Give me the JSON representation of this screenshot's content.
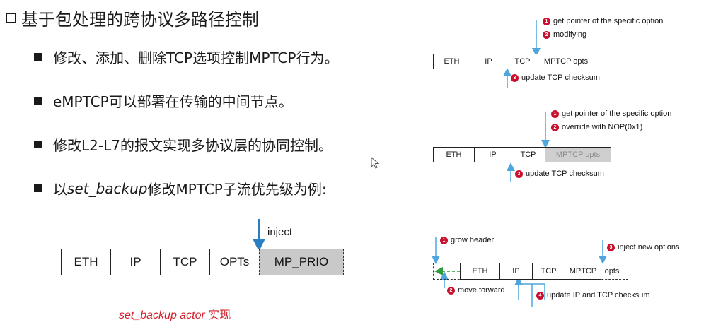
{
  "title": "基于包处理的跨协议多路径控制",
  "bullets": [
    "修改、添加、删除TCP选项控制MPTCP行为。",
    "eMPTCP可以部署在传输的中间节点。",
    "修改L2-L7的报文实现多协议层的协同控制。"
  ],
  "bullet4": {
    "pre": "以",
    "italic": "set_backup",
    "post": "修改MPTCP子流优先级为例:"
  },
  "diagram1": {
    "cells": [
      "ETH",
      "IP",
      "TCP",
      "MPTCP opts"
    ],
    "step1": "get pointer of the specific option",
    "step2": "modifying",
    "step3": "update TCP checksum"
  },
  "diagram2": {
    "cells": [
      "ETH",
      "IP",
      "TCP",
      "MPTCP opts"
    ],
    "step1": "get pointer of the specific option",
    "step2": "override with NOP(0x1)",
    "step3": "update TCP checksum"
  },
  "diagram3": {
    "cells": [
      "ETH",
      "IP",
      "TCP",
      "OPTs",
      "MP_PRIO"
    ],
    "inject": "inject",
    "caption_italic": "set_backup actor",
    "caption_rest": " 实现"
  },
  "diagram4": {
    "cells": [
      "ETH",
      "IP",
      "TCP",
      "MPTCP",
      "opts"
    ],
    "step1": "grow header",
    "step2": "move forward",
    "step3": "inject new options",
    "step4": "update IP and TCP checksum"
  },
  "numbers": {
    "n1": "1",
    "n2": "2",
    "n3": "3",
    "n4": "4"
  },
  "colors": {
    "arrow_blue": "#4ea6dc",
    "badge_red": "#c8102e",
    "caption_red": "#d0202a",
    "move_green": "#2e9b3a"
  }
}
